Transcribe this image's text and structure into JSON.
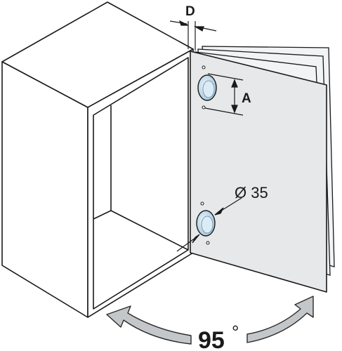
{
  "labels": {
    "depth": "D",
    "height": "A",
    "diameter": "Ø 35",
    "angle": "95",
    "degree": "°"
  },
  "colors": {
    "door_face": "#e7e8ea",
    "door_edge": "#f2f3f4",
    "cabinet": "#ffffff",
    "stroke": "#1a1a1a",
    "arrow": "#c4c7ca",
    "arrow_stroke": "#2a2a2a",
    "hinge_cup": "#bcd8ea"
  }
}
